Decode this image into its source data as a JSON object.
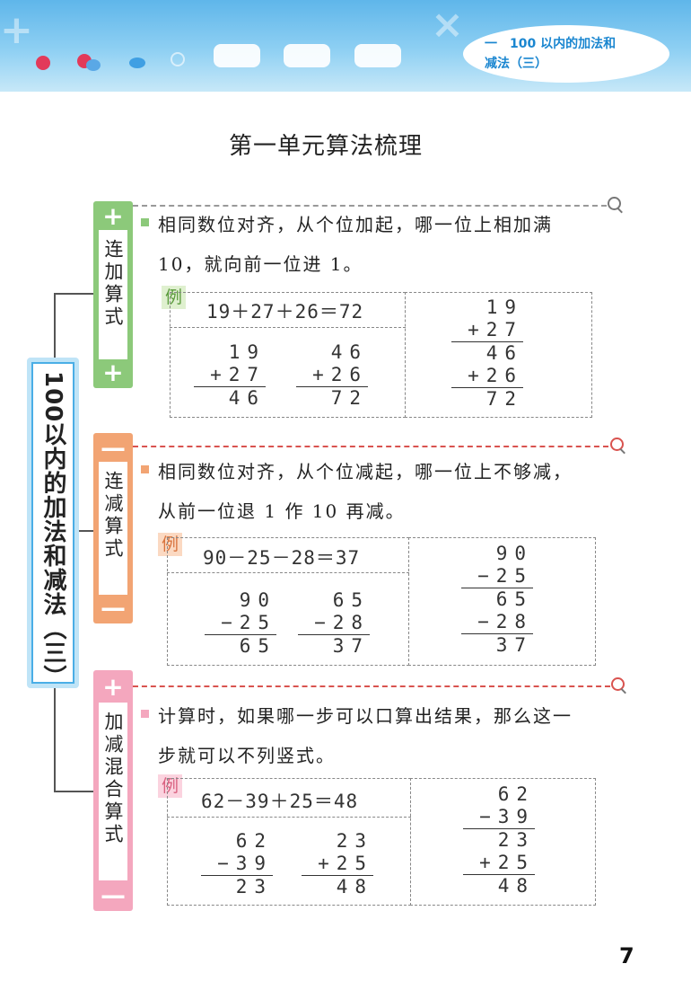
{
  "header": {
    "unit_num": "一",
    "unit_line1": "100 以内的加法和",
    "unit_line2": "减法（三）"
  },
  "page_title": "第一单元算法梳理",
  "tree_root": "100以内的加法和减法（三）",
  "colors": {
    "add": "#8cc97a",
    "sub": "#f2a473",
    "mix": "#f4a7be",
    "root": "#4aaee6"
  },
  "sections": [
    {
      "category": "连加算式",
      "symbol": "+",
      "rule_line1": "相同数位对齐，从个位加起，哪一位上相加满",
      "rule_line2": "10，就向前一位进 1。",
      "example_label": "例",
      "equation": "19＋27＋26＝72",
      "step1": [
        "19",
        "+27",
        "46"
      ],
      "step2": [
        "46",
        "+26",
        "72"
      ],
      "combined": [
        "19",
        "+27",
        "46",
        "+26",
        "72"
      ]
    },
    {
      "category": "连减算式",
      "symbol": "—",
      "rule_line1": "相同数位对齐，从个位减起，哪一位上不够减，",
      "rule_line2": "从前一位退 1 作 10 再减。",
      "example_label": "例",
      "equation": "90－25－28＝37",
      "step1": [
        "90",
        "−25",
        "65"
      ],
      "step2": [
        "65",
        "−28",
        "37"
      ],
      "combined": [
        "90",
        "−25",
        "65",
        "−28",
        "37"
      ]
    },
    {
      "category": "加减混合算式",
      "symbol": "+",
      "symbol_bottom": "—",
      "rule_line1": "计算时，如果哪一步可以口算出结果，那么这一",
      "rule_line2": "步就可以不列竖式。",
      "example_label": "例",
      "equation": "62－39＋25＝48",
      "step1": [
        "62",
        "−39",
        "23"
      ],
      "step2": [
        "23",
        "+25",
        "48"
      ],
      "combined": [
        "62",
        "−39",
        "23",
        "+25",
        "48"
      ]
    }
  ],
  "page_number": "7"
}
